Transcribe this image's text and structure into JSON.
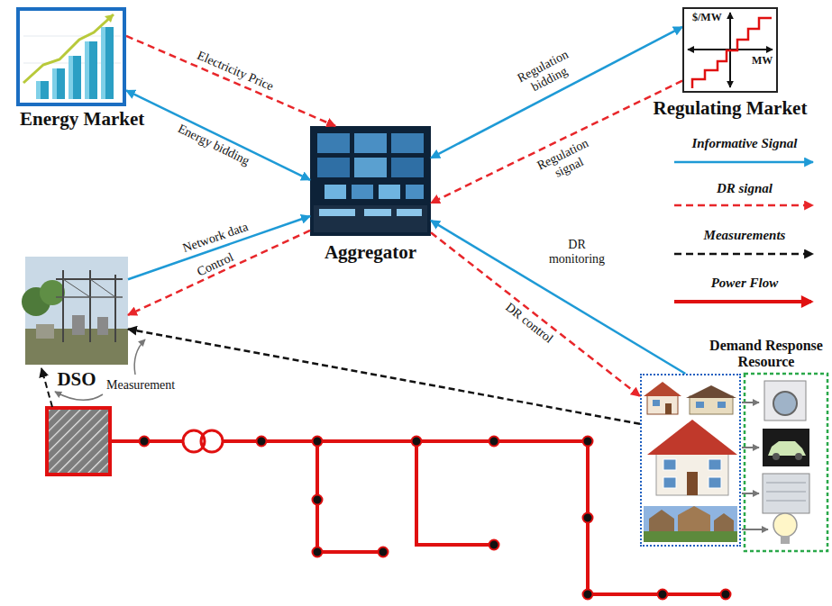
{
  "diagram": {
    "nodes": [
      {
        "text": [
          "Energy Market"
        ]
      },
      {
        "text": [
          "Regulating Market"
        ]
      },
      {
        "text": [
          "Aggregator"
        ]
      },
      {
        "text": [
          "DSO"
        ]
      },
      {
        "text": [
          "Demand Response Resource"
        ]
      }
    ],
    "edges": [
      {
        "from": 0,
        "to": 2,
        "label": "Electricity Price",
        "arrow": "to"
      },
      {
        "from": 0,
        "to": 2,
        "label": "Energy bidding",
        "arrow": "both"
      },
      {
        "from": 2,
        "to": 1,
        "label": "Regulation bidding",
        "arrow": "both"
      },
      {
        "from": 1,
        "to": 2,
        "label": "Regulation signal",
        "arrow": "to"
      },
      {
        "from": 3,
        "to": 2,
        "label": "Network data",
        "arrow": "to"
      },
      {
        "from": 2,
        "to": 3,
        "label": "Control",
        "arrow": "to"
      },
      {
        "from": 4,
        "to": 2,
        "label": "DR monitoring",
        "arrow": "to"
      },
      {
        "from": 2,
        "to": 4,
        "label": "DR control",
        "arrow": "to"
      },
      {
        "from": 4,
        "to": 3,
        "arrow": "to"
      }
    ],
    "labels": [
      "$/MW",
      "MW",
      "Measurement"
    ],
    "legend": [
      {
        "text": "Informative Signal"
      },
      {
        "text": "DR signal"
      },
      {
        "text": "Measurements"
      },
      {
        "text": "Power Flow"
      }
    ]
  }
}
